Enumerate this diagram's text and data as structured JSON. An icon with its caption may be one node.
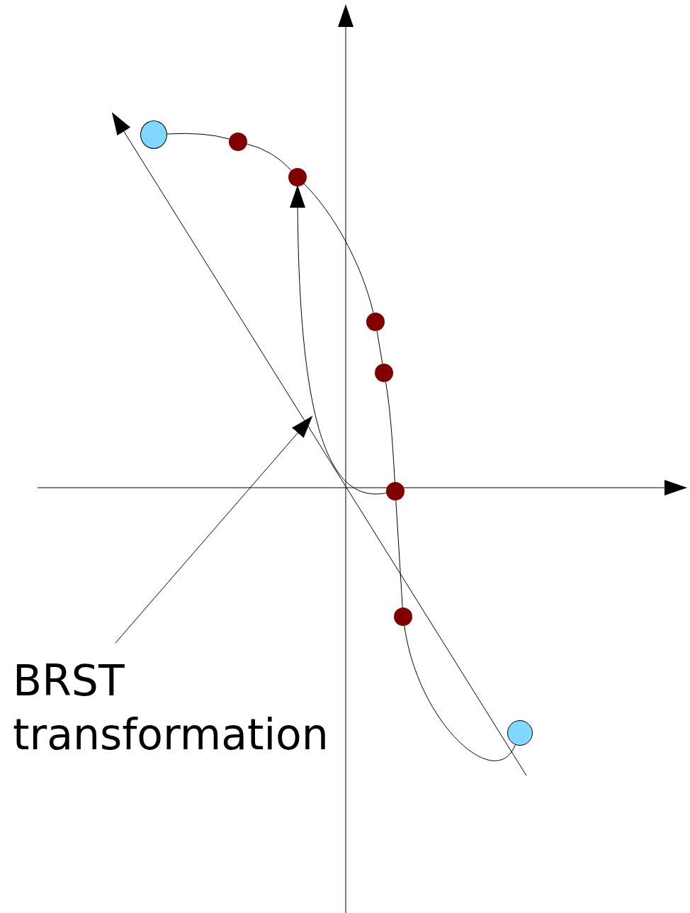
{
  "diagram": {
    "nodes": [
      {
        "text": [],
        "shape": "circle"
      },
      {
        "text": [],
        "shape": "circle"
      },
      {
        "text": [],
        "shape": "circle"
      },
      {
        "text": [],
        "shape": "circle"
      },
      {
        "text": [],
        "shape": "circle"
      },
      {
        "text": [],
        "shape": "circle"
      },
      {
        "text": [],
        "shape": "circle"
      },
      {
        "text": [],
        "shape": "circle"
      },
      {
        "text": [
          "BRST transformation"
        ]
      }
    ],
    "edges": [
      {
        "from": 0,
        "to": 1,
        "arrow": "none"
      },
      {
        "from": 1,
        "to": 2,
        "arrow": "none"
      },
      {
        "from": 2,
        "to": 3,
        "arrow": "none"
      },
      {
        "from": 3,
        "to": 4,
        "arrow": "none"
      },
      {
        "from": 4,
        "to": 5,
        "arrow": "none"
      },
      {
        "from": 5,
        "to": 6,
        "arrow": "none"
      },
      {
        "from": 6,
        "to": 7,
        "arrow": "none"
      },
      {
        "from": 5,
        "to": 2,
        "arrow": "to"
      },
      {
        "from": 8,
        "to": null,
        "arrow": "to"
      }
    ]
  }
}
